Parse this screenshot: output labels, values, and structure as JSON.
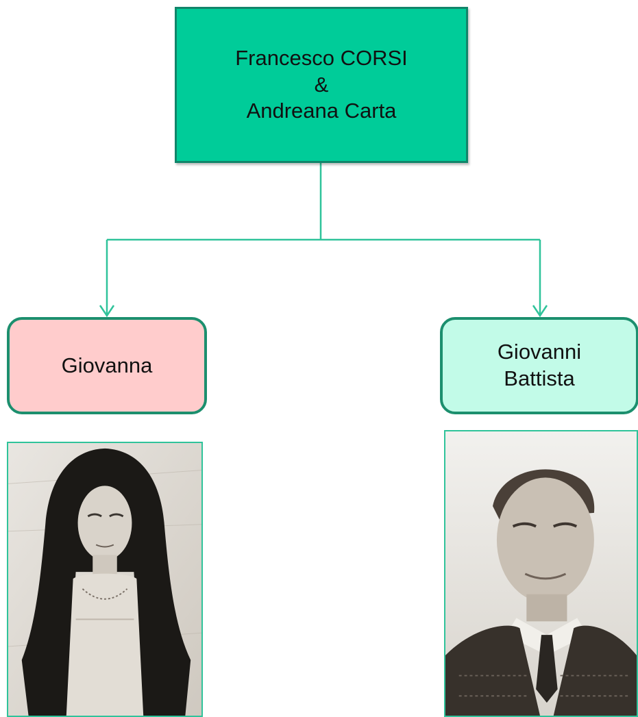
{
  "diagram": {
    "parents": {
      "line1": "Francesco CORSI",
      "line2": "&",
      "line3": "Andreana Carta"
    },
    "children": [
      {
        "lines": [
          "Giovanna"
        ]
      },
      {
        "lines": [
          "Giovanni",
          "Battista"
        ]
      }
    ]
  },
  "colors": {
    "parents_fill": "#00cc99",
    "connector": "#2fc39a",
    "child1_fill": "#ffcccc",
    "child2_fill": "#c2fbe8",
    "border": "#1c8f6e"
  },
  "photos": [
    {
      "icon": "portrait-woman-photo"
    },
    {
      "icon": "portrait-man-photo"
    }
  ]
}
